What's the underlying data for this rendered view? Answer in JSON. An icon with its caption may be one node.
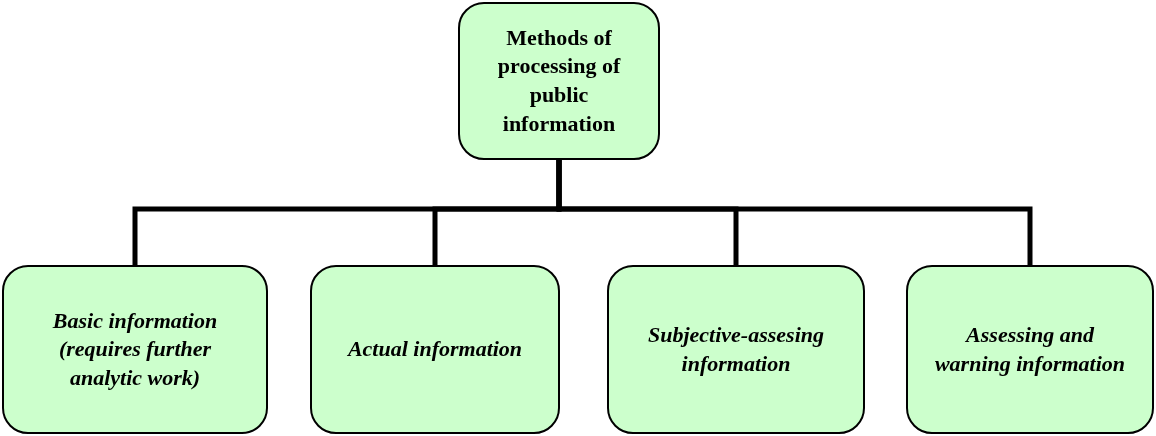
{
  "diagram": {
    "nodes": [
      {
        "text": [
          "Methods of processing of public information"
        ]
      },
      {
        "text": [
          "Basic information (requires further analytic work)"
        ]
      },
      {
        "text": [
          "Actual information"
        ]
      },
      {
        "text": [
          "Subjective-assesing information"
        ]
      },
      {
        "text": [
          "Assessing and warning information"
        ]
      }
    ],
    "edges": [
      {
        "from": 0,
        "to": 1,
        "arrow": "none"
      },
      {
        "from": 0,
        "to": 2,
        "arrow": "none"
      },
      {
        "from": 0,
        "to": 3,
        "arrow": "none"
      },
      {
        "from": 0,
        "to": 4,
        "arrow": "none"
      }
    ]
  }
}
